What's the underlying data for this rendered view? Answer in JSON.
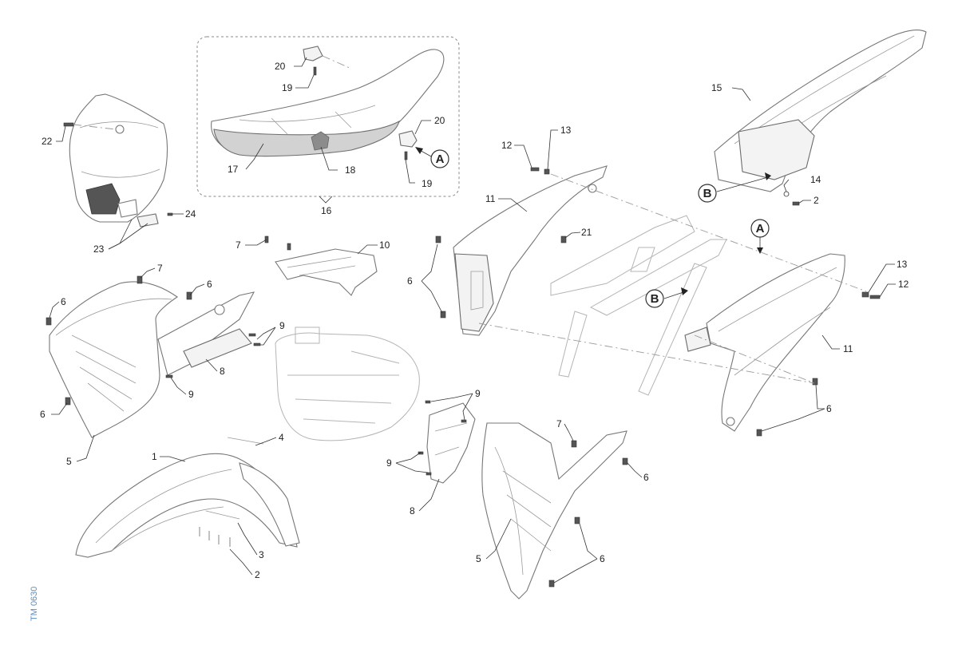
{
  "drawing_code": "TM 0630",
  "colors": {
    "line": "#777777",
    "seat_fill": "#d2d2d2",
    "code_text": "#5b8fc7"
  },
  "group_box_label": "16",
  "callouts": {
    "n1": "1",
    "n2a": "2",
    "n2b": "2",
    "n3": "3",
    "n4": "4",
    "n5a": "5",
    "n5b": "5",
    "n6a": "6",
    "n6b": "6",
    "n6c": "6",
    "n6d": "6",
    "n6e": "6",
    "n6f": "6",
    "n6g": "6",
    "n7a": "7",
    "n7b": "7",
    "n7c": "7",
    "n8a": "8",
    "n8b": "8",
    "n9a": "9",
    "n9b": "9",
    "n9c": "9",
    "n9d": "9",
    "n10": "10",
    "n11a": "11",
    "n11b": "11",
    "n12a": "12",
    "n12b": "12",
    "n13a": "13",
    "n13b": "13",
    "n14": "14",
    "n15": "15",
    "n17": "17",
    "n18": "18",
    "n19a": "19",
    "n19b": "19",
    "n20a": "20",
    "n20b": "20",
    "n21": "21",
    "n22": "22",
    "n23": "23",
    "n24": "24"
  },
  "references": {
    "refA1": "A",
    "refA2": "A",
    "refB1": "B",
    "refB2": "B"
  }
}
